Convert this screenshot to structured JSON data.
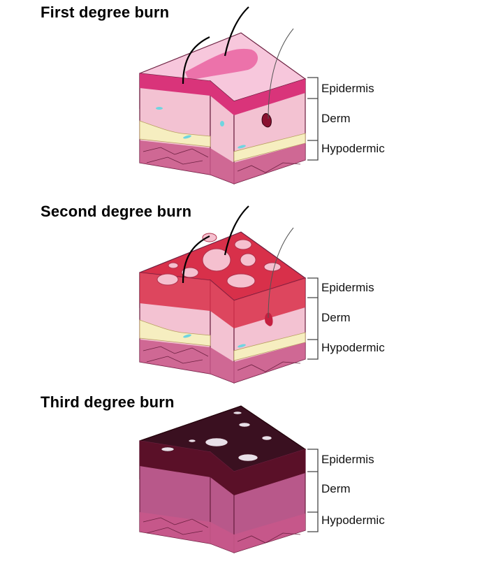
{
  "panels": [
    {
      "title": "First degree burn",
      "labels": {
        "epidermis": "Epidermis",
        "derm": "Derm",
        "hypodermic": "Hypodermic"
      }
    },
    {
      "title": "Second degree burn",
      "labels": {
        "epidermis": "Epidermis",
        "derm": "Derm",
        "hypodermic": "Hypodermic"
      }
    },
    {
      "title": "Third degree burn",
      "labels": {
        "epidermis": "Epidermis",
        "derm": "Derm",
        "hypodermic": "Hypodermic"
      }
    }
  ],
  "colors": {
    "top_skin": "#f7c7dc",
    "epidermis": "#d9347a",
    "derm": "#f3c2d2",
    "hypodermis": "#c8588a",
    "fat": "#f6eec0",
    "burn_first": "#e8559a",
    "burn_second": "#d8304a",
    "burn_third": "#3a1020"
  }
}
